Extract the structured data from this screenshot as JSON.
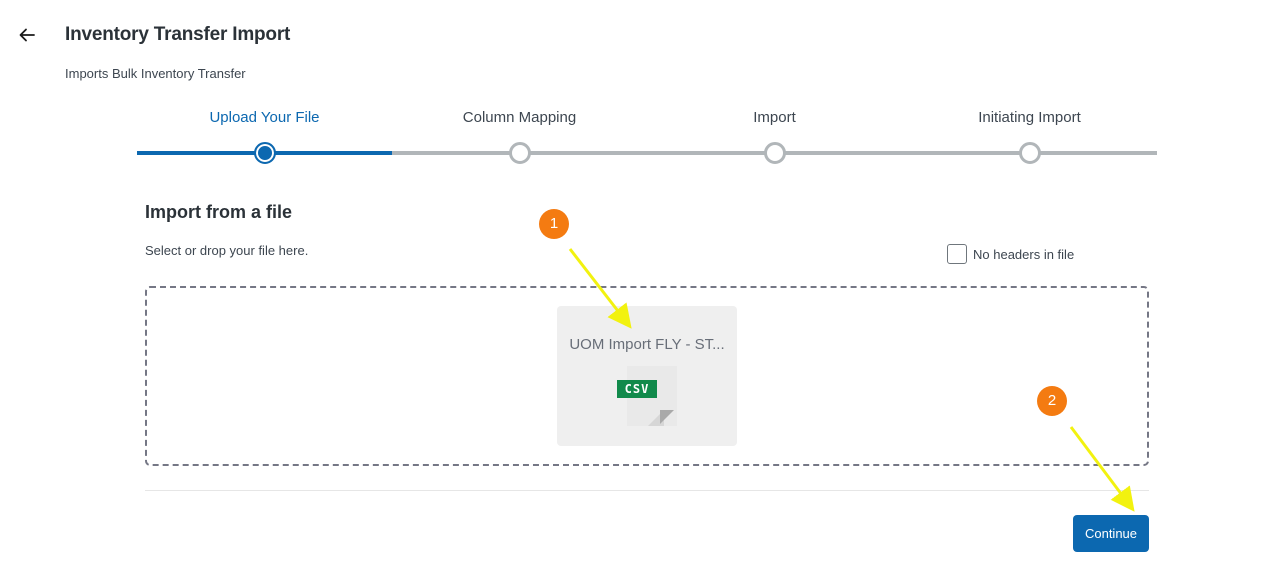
{
  "header": {
    "back_icon": "arrow-left-icon",
    "title": "Inventory Transfer Import",
    "subtitle": "Imports Bulk Inventory Transfer"
  },
  "stepper": {
    "active_index": 0,
    "steps": [
      {
        "label": "Upload Your File",
        "state": "active"
      },
      {
        "label": "Column Mapping",
        "state": "pending"
      },
      {
        "label": "Import",
        "state": "pending"
      },
      {
        "label": "Initiating Import",
        "state": "pending"
      }
    ]
  },
  "import_section": {
    "title": "Import from a file",
    "hint": "Select or drop your file here.",
    "no_headers_label": "No headers in file",
    "no_headers_checked": false
  },
  "file": {
    "name": "UOM Import FLY - ST...",
    "type_badge": "CSV"
  },
  "footer": {
    "continue_label": "Continue"
  },
  "annotations": [
    {
      "number": "1"
    },
    {
      "number": "2"
    }
  ],
  "colors": {
    "primary": "#0c68b0",
    "pending_track": "#b1b6b9",
    "csv_badge": "#118a4b",
    "callout": "#f47b11",
    "arrow": "#f2f20f"
  }
}
